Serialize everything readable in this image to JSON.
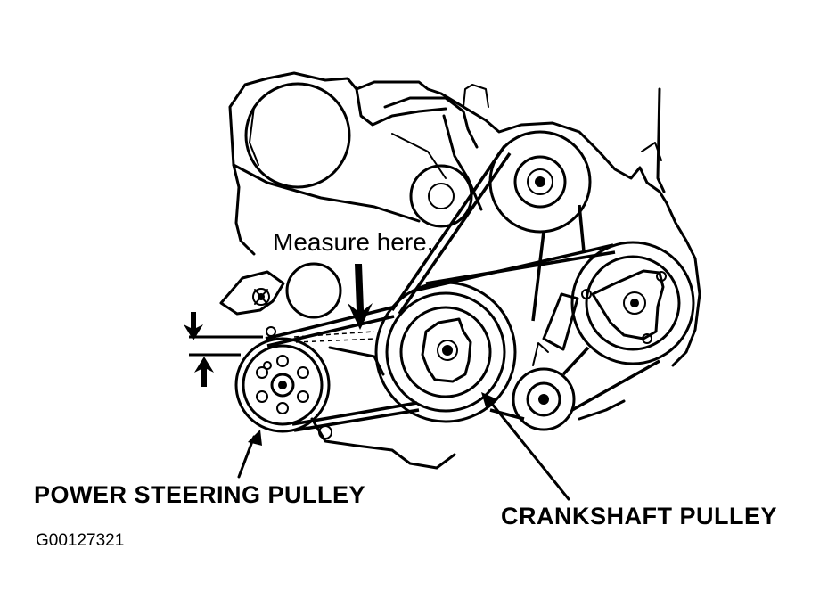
{
  "labels": {
    "measure": "Measure here.",
    "power_steering": "POWER STEERING PULLEY",
    "crankshaft": "CRANKSHAFT PULLEY",
    "figure_id": "G00127321"
  },
  "colors": {
    "line": "#000000",
    "background": "#ffffff"
  }
}
